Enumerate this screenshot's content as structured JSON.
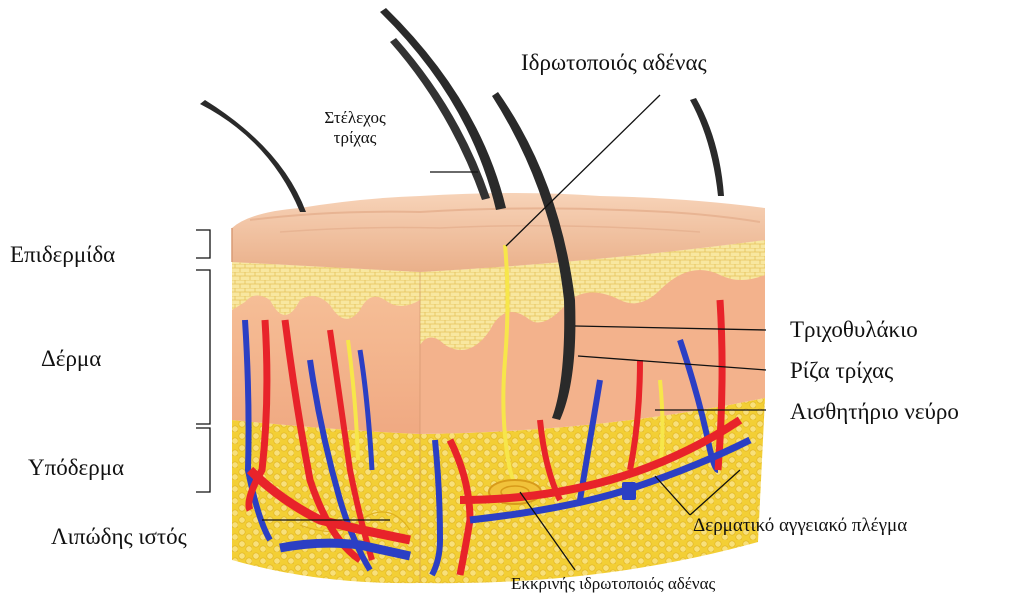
{
  "labels": {
    "sweat_gland": "Ιδρωτοποιός αδένας",
    "hair_shaft_line1": "Στέλεχος",
    "hair_shaft_line2": "τρίχας",
    "epidermis": "Επιδερμίδα",
    "dermis": "Δέρμα",
    "hypodermis": "Υπόδερμα",
    "adipose_tissue": "Λιπώδης ιστός",
    "hair_follicle": "Τριχοθυλάκιο",
    "hair_root": "Ρίζα τρίχας",
    "sensory_nerve": "Αισθητήριο νεύρο",
    "dermal_vascular_plexus": "Δερματικό αγγειακό πλέγμα",
    "eccrine_sweat_gland": "Εκκρινής ιδρωτοποιός αδένας"
  },
  "colors": {
    "epidermis_top": "#f2c3a2",
    "dermis": "#f5b58a",
    "papillary": "#f7e08a",
    "hypodermis_fat": "#f3d33c",
    "artery": "#e8232a",
    "vein": "#2b3fc4",
    "nerve": "#f7e64a",
    "hair": "#2a2a2a",
    "leader_line": "#111111"
  }
}
